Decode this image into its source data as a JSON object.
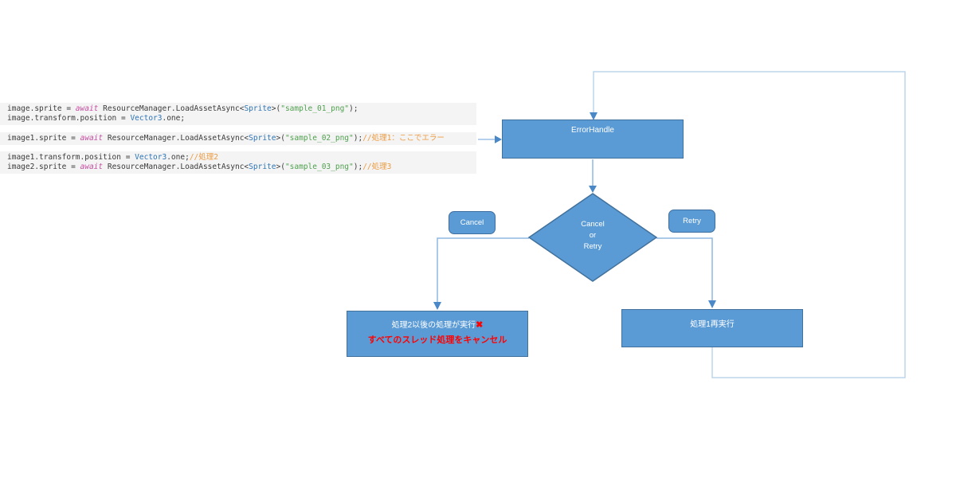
{
  "code": {
    "strips": [
      {
        "lines": [
          [
            {
              "t": "image.sprite = ",
              "c": "plain"
            },
            {
              "t": "await",
              "c": "keyword"
            },
            {
              "t": " ResourceManager.LoadAssetAsync<",
              "c": "plain"
            },
            {
              "t": "Sprite",
              "c": "type"
            },
            {
              "t": ">(",
              "c": "plain"
            },
            {
              "t": "\"sample_01_png\"",
              "c": "string"
            },
            {
              "t": ");",
              "c": "plain"
            }
          ],
          [
            {
              "t": "image.transform.position = ",
              "c": "plain"
            },
            {
              "t": "Vector3",
              "c": "type"
            },
            {
              "t": ".one;",
              "c": "plain"
            }
          ]
        ]
      },
      {
        "lines": [
          [
            {
              "t": "image1.sprite = ",
              "c": "plain"
            },
            {
              "t": "await",
              "c": "keyword"
            },
            {
              "t": " ResourceManager.LoadAssetAsync<",
              "c": "plain"
            },
            {
              "t": "Sprite",
              "c": "type"
            },
            {
              "t": ">(",
              "c": "plain"
            },
            {
              "t": "\"sample_02_png\"",
              "c": "string"
            },
            {
              "t": ");",
              "c": "plain"
            },
            {
              "t": "//処理1：ここでエラー",
              "c": "comment"
            }
          ]
        ]
      },
      {
        "lines": [
          [
            {
              "t": "image1.transform.position = ",
              "c": "plain"
            },
            {
              "t": "Vector3",
              "c": "type"
            },
            {
              "t": ".one;",
              "c": "plain"
            },
            {
              "t": "//処理2",
              "c": "comment"
            }
          ],
          [
            {
              "t": "image2.sprite = ",
              "c": "plain"
            },
            {
              "t": "await",
              "c": "keyword"
            },
            {
              "t": " ResourceManager.LoadAssetAsync<",
              "c": "plain"
            },
            {
              "t": "Sprite",
              "c": "type"
            },
            {
              "t": ">(",
              "c": "plain"
            },
            {
              "t": "\"sample_03_png\"",
              "c": "string"
            },
            {
              "t": ");",
              "c": "plain"
            },
            {
              "t": "//処理3",
              "c": "comment"
            }
          ]
        ]
      }
    ]
  },
  "flowchart": {
    "error_handle": {
      "label": "ErrorHandle"
    },
    "decision": {
      "label": "Cancel\nor\nRetry"
    },
    "cancel_button": {
      "label": "Cancel"
    },
    "retry_button": {
      "label": "Retry"
    },
    "cancel_result": {
      "line1": "処理2以後の処理が実行",
      "cross": "✖",
      "line2": "すべてのスレッド処理をキャンセル"
    },
    "retry_result": {
      "label": "処理1再実行"
    }
  },
  "colors": {
    "shape_fill": "#5b9bd5",
    "shape_border": "#41719c",
    "connector": "#8fb9e4",
    "loop_connector": "#bcd5ee",
    "arrowhead": "#4a88c7",
    "error_text": "#ff0000",
    "comment": "#ed9b40",
    "keyword": "#c64ba0",
    "type": "#2e75b6",
    "string": "#50a14f"
  }
}
